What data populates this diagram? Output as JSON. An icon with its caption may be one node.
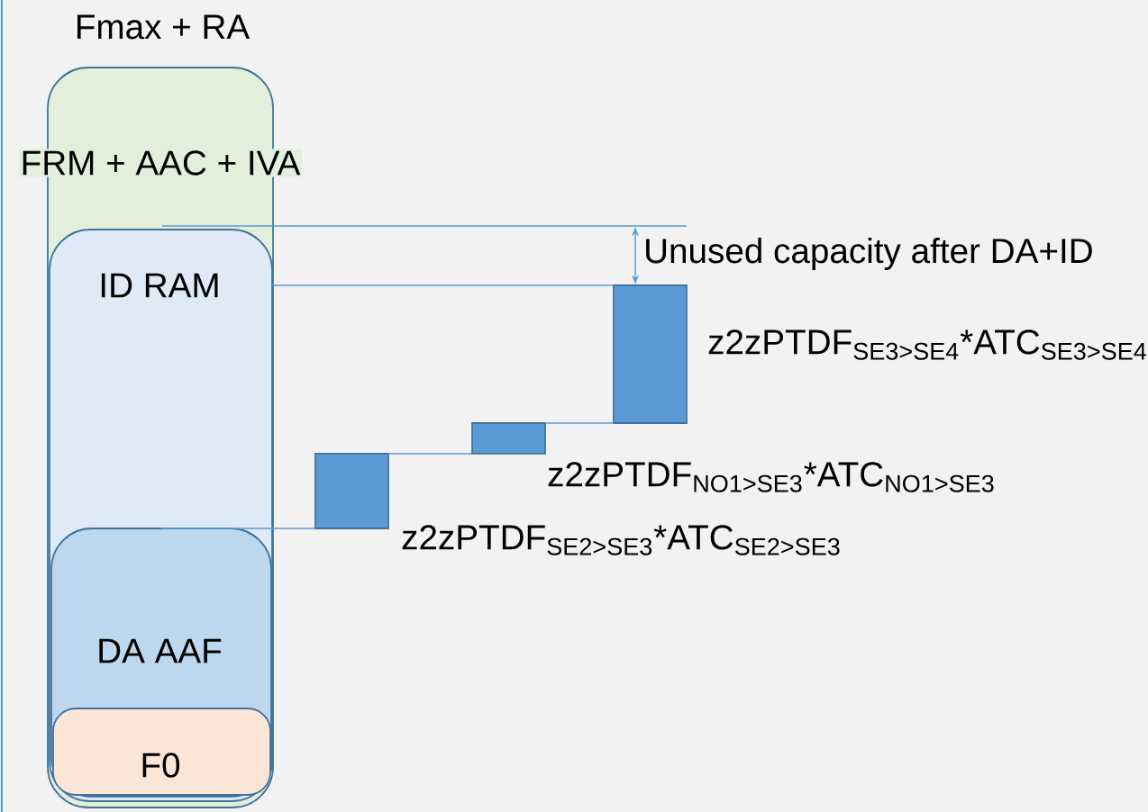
{
  "diagram": {
    "nodes": [
      {
        "text": [
          "Fmax + RA",
          "FRM + AAC + IVA"
        ]
      },
      {
        "text": [
          "ID RAM"
        ],
        "in": 0
      },
      {
        "text": [
          "DA AAF"
        ],
        "in": 1
      },
      {
        "text": [
          "F0"
        ],
        "in": 2
      },
      {
        "text": [],
        "shape": "bar",
        "beside": [
          "z2zPTDF$_{SE2>SE3}$*ATC$_{SE2>SE3}$"
        ]
      },
      {
        "text": [],
        "shape": "bar",
        "beside": [
          "z2zPTDF$_{NO1>SE3}$*ATC$_{NO1>SE3}$"
        ]
      },
      {
        "text": [],
        "shape": "bar",
        "beside": [
          "z2zPTDF$_{SE3>SE4}$*ATC$_{SE3>SE4}$"
        ]
      }
    ],
    "edges": [
      {
        "from": 2,
        "to": 4,
        "arrow": "none"
      },
      {
        "from": 4,
        "to": 5,
        "arrow": "none"
      },
      {
        "from": 5,
        "to": 6,
        "arrow": "none"
      },
      {
        "from": 6,
        "to": 1,
        "arrow": "none"
      }
    ],
    "labels": [
      "Unused capacity after DA+ID"
    ]
  }
}
